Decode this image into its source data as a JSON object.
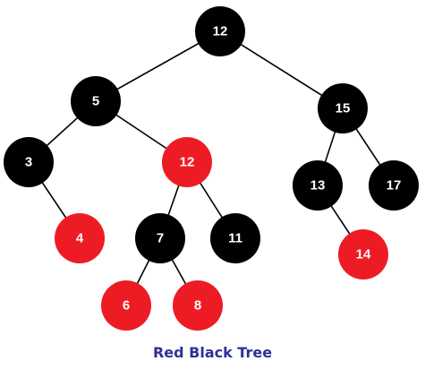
{
  "caption": "Red Black Tree",
  "colors": {
    "black": "#000000",
    "red": "#ed1c24",
    "label": "#ffffff",
    "caption": "#2e3192"
  },
  "nodes": [
    {
      "id": "n12root",
      "value": "12",
      "color": "black"
    },
    {
      "id": "n5",
      "value": "5",
      "color": "black"
    },
    {
      "id": "n15",
      "value": "15",
      "color": "black"
    },
    {
      "id": "n3",
      "value": "3",
      "color": "black"
    },
    {
      "id": "n12red",
      "value": "12",
      "color": "red"
    },
    {
      "id": "n13",
      "value": "13",
      "color": "black"
    },
    {
      "id": "n17",
      "value": "17",
      "color": "black"
    },
    {
      "id": "n4",
      "value": "4",
      "color": "red"
    },
    {
      "id": "n7",
      "value": "7",
      "color": "black"
    },
    {
      "id": "n11",
      "value": "11",
      "color": "black"
    },
    {
      "id": "n14",
      "value": "14",
      "color": "red"
    },
    {
      "id": "n6",
      "value": "6",
      "color": "red"
    },
    {
      "id": "n8",
      "value": "8",
      "color": "red"
    }
  ],
  "edges": [
    {
      "from": "n12root",
      "to": "n5"
    },
    {
      "from": "n12root",
      "to": "n15"
    },
    {
      "from": "n5",
      "to": "n3"
    },
    {
      "from": "n5",
      "to": "n12red"
    },
    {
      "from": "n3",
      "to": "n4"
    },
    {
      "from": "n12red",
      "to": "n7"
    },
    {
      "from": "n12red",
      "to": "n11"
    },
    {
      "from": "n7",
      "to": "n6"
    },
    {
      "from": "n7",
      "to": "n8"
    },
    {
      "from": "n15",
      "to": "n13"
    },
    {
      "from": "n15",
      "to": "n17"
    },
    {
      "from": "n13",
      "to": "n14"
    }
  ]
}
